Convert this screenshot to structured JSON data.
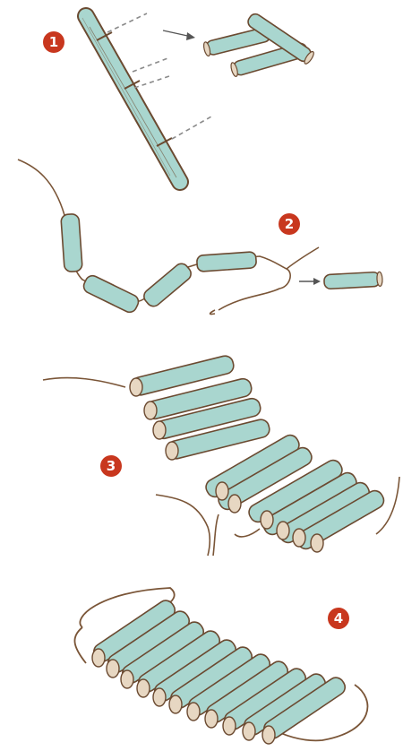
{
  "steps": [
    {
      "number": "1"
    },
    {
      "number": "2"
    },
    {
      "number": "3"
    },
    {
      "number": "4"
    }
  ],
  "colors": {
    "badge": "#c8371e",
    "wood_fill": "#a9d6cf",
    "wood_stroke": "#6b4a31",
    "cord": "#7a5537",
    "dashes": "#8a8a8a"
  },
  "icons": [
    "right-arrow-icon"
  ]
}
